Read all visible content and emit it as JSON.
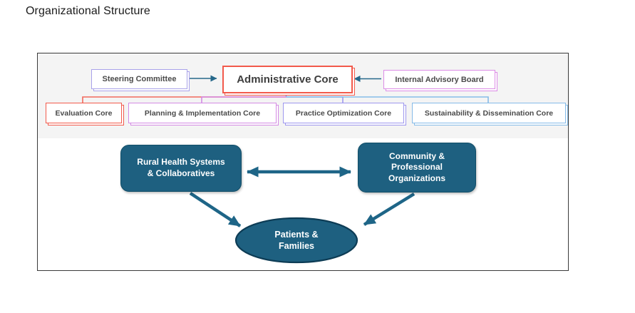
{
  "page": {
    "title": "Organizational Structure"
  },
  "org": {
    "steering": "Steering Committee",
    "admin": "Administrative Core",
    "advisory": "Internal Advisory Board",
    "cores": [
      "Evaluation Core",
      "Planning & Implementation Core",
      "Practice Optimization Core",
      "Sustainability & Dissemination Core"
    ],
    "rural_lines": [
      "Rural Health Systems",
      "& Collaboratives"
    ],
    "community_lines": [
      "Community &",
      "Professional",
      "Organizations"
    ],
    "patients_lines": [
      "Patients &",
      "Families"
    ]
  },
  "colors": {
    "teal_shape": "#1e6080",
    "teal_arrow": "#1e6587",
    "salmon": "#f25a4c",
    "lavender": "#a9a2ea",
    "orchid_pink": "#dc8ce6",
    "purple": "#d48ae4",
    "periwinkle": "#9e97ee",
    "light_blue": "#85bbe8",
    "frame_border": "#3a3a3a",
    "band_background": "#f4f4f4"
  }
}
